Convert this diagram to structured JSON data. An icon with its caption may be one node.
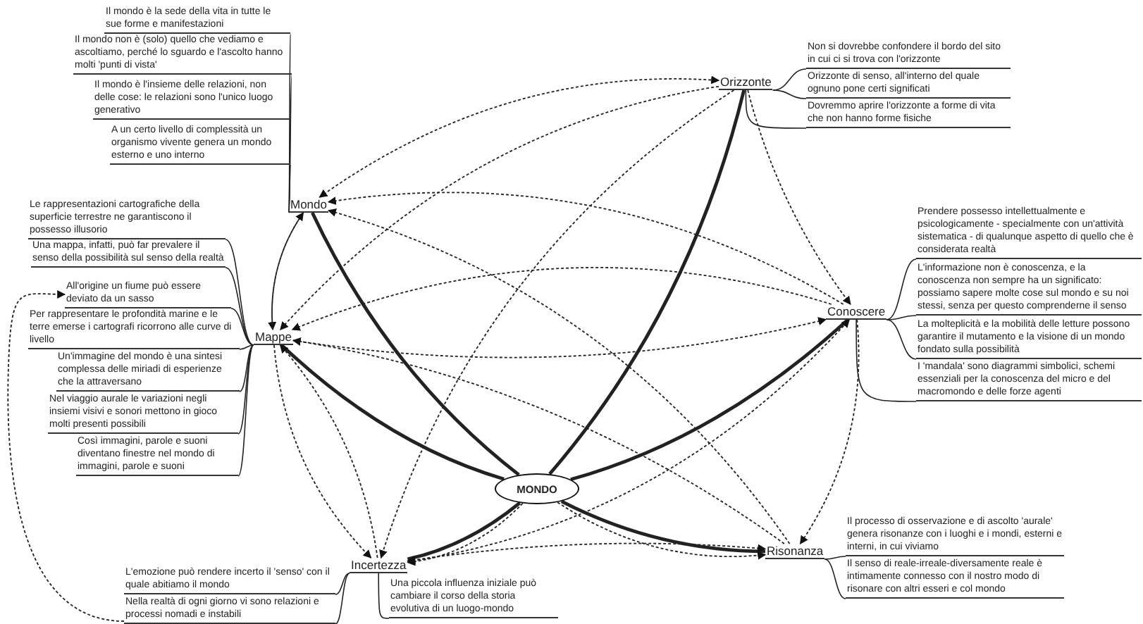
{
  "diagram": {
    "nodes": [
      {
        "text": [
          "MONDO"
        ]
      },
      {
        "text": [
          "Mondo"
        ]
      },
      {
        "text": [
          "Il mondo è la sede della vita in tutte le sue forme e manifestazioni"
        ]
      },
      {
        "text": [
          "Il mondo non è (solo) quello che vediamo e ascoltiamo, perché lo sguardo e l'ascolto hanno molti 'punti di vista'"
        ]
      },
      {
        "text": [
          "Il mondo è l'insieme delle relazioni, non delle cose: le relazioni sono l'unico luogo generativo"
        ]
      },
      {
        "text": [
          "A un certo livello di complessità un organismo vivente genera un mondo esterno e uno interno"
        ]
      },
      {
        "text": [
          "Orizzonte"
        ]
      },
      {
        "text": [
          "Non si dovrebbe confondere il bordo del sito in cui ci si trova con l'orizzonte"
        ]
      },
      {
        "text": [
          "Orizzonte di senso, all'interno del quale ognuno pone certi significati"
        ]
      },
      {
        "text": [
          "Dovremmo aprire l'orizzonte a forme di vita che non hanno forme fisiche"
        ]
      },
      {
        "text": [
          "Mappe"
        ]
      },
      {
        "text": [
          "Le rappresentazioni cartografiche della superficie terrestre ne garantiscono il possesso illusorio"
        ]
      },
      {
        "text": [
          "Una mappa, infatti, può far prevalere il senso della possibilità sul senso della realtà"
        ]
      },
      {
        "text": [
          "All'origine un fiume può essere deviato da un sasso"
        ]
      },
      {
        "text": [
          "Per rappresentare le profondità marine e le terre emerse i cartografi ricorrono alle curve di livello"
        ]
      },
      {
        "text": [
          "Un'immagine del mondo è una sintesi complessa delle miriadi di esperienze che la attraversano"
        ]
      },
      {
        "text": [
          "Nel viaggio aurale le variazioni negli insiemi visivi e sonori mettono in gioco molti presenti possibili"
        ]
      },
      {
        "text": [
          "Così immagini, parole e suoni diventano finestre nel mondo di immagini, parole e suoni"
        ]
      },
      {
        "text": [
          "Conoscere"
        ]
      },
      {
        "text": [
          "Prendere possesso intellettualmente e psicologicamente - specialmente con un'attività sistematica - di qualunque aspetto di quello che è considerata realtà"
        ]
      },
      {
        "text": [
          "L'informazione non è conoscenza, e la conoscenza non sempre ha un significato: possiamo sapere molte cose sul mondo e su noi stessi, senza per questo comprenderne il senso"
        ]
      },
      {
        "text": [
          "La molteplicità e la mobilità delle letture possono garantire il mutamento e la visione di un mondo fondato sulla possibilità"
        ]
      },
      {
        "text": [
          "I 'mandala' sono diagrammi simbolici, schemi essenziali per la conoscenza del micro e del macromondo e delle forze agenti"
        ]
      },
      {
        "text": [
          "Incertezza"
        ]
      },
      {
        "text": [
          "L'emozione può rendere incerto il 'senso' con il quale abitiamo il mondo"
        ]
      },
      {
        "text": [
          "Nella realtà di ogni giorno vi sono relazioni e processi nomadi e instabili"
        ]
      },
      {
        "text": [
          "Una piccola influenza iniziale può cambiare il corso della storia evolutiva di un luogo-mondo"
        ]
      },
      {
        "text": [
          "Risonanza"
        ]
      },
      {
        "text": [
          "Il processo di osservazione e di ascolto 'aurale' genera risonanze con i luoghi e i mondi, esterni e interni, in cui viviamo"
        ]
      },
      {
        "text": [
          "Il senso di reale-irreale-diversamente reale è intimamente connesso con il nostro modo di risonare con altri esseri e col mondo"
        ]
      }
    ],
    "edges": [
      {
        "from": 0,
        "to": 1,
        "arrow": "none",
        "style": "thick"
      },
      {
        "from": 0,
        "to": 6,
        "arrow": "none",
        "style": "thick"
      },
      {
        "from": 0,
        "to": 10,
        "arrow": "none",
        "style": "thick"
      },
      {
        "from": 0,
        "to": 18,
        "arrow": "none",
        "style": "thick"
      },
      {
        "from": 0,
        "to": 23,
        "arrow": "none",
        "style": "thick"
      },
      {
        "from": 0,
        "to": 27,
        "arrow": "none",
        "style": "thick"
      },
      {
        "from": 1,
        "to": 2,
        "arrow": "none"
      },
      {
        "from": 1,
        "to": 3,
        "arrow": "none"
      },
      {
        "from": 1,
        "to": 4,
        "arrow": "none"
      },
      {
        "from": 1,
        "to": 5,
        "arrow": "none"
      },
      {
        "from": 6,
        "to": 7,
        "arrow": "none"
      },
      {
        "from": 6,
        "to": 8,
        "arrow": "none"
      },
      {
        "from": 6,
        "to": 9,
        "arrow": "none"
      },
      {
        "from": 10,
        "to": 11,
        "arrow": "none"
      },
      {
        "from": 10,
        "to": 12,
        "arrow": "none"
      },
      {
        "from": 10,
        "to": 13,
        "arrow": "none"
      },
      {
        "from": 10,
        "to": 14,
        "arrow": "none"
      },
      {
        "from": 10,
        "to": 15,
        "arrow": "none"
      },
      {
        "from": 10,
        "to": 16,
        "arrow": "none"
      },
      {
        "from": 10,
        "to": 17,
        "arrow": "none"
      },
      {
        "from": 18,
        "to": 19,
        "arrow": "none"
      },
      {
        "from": 18,
        "to": 20,
        "arrow": "none"
      },
      {
        "from": 18,
        "to": 21,
        "arrow": "none"
      },
      {
        "from": 18,
        "to": 22,
        "arrow": "none"
      },
      {
        "from": 23,
        "to": 24,
        "arrow": "none"
      },
      {
        "from": 23,
        "to": 25,
        "arrow": "none"
      },
      {
        "from": 23,
        "to": 26,
        "arrow": "none"
      },
      {
        "from": 27,
        "to": 28,
        "arrow": "none"
      },
      {
        "from": 27,
        "to": 29,
        "arrow": "none"
      },
      {
        "from": 1,
        "to": 6,
        "arrow": "both",
        "style": "dashed"
      },
      {
        "from": 6,
        "to": 18,
        "arrow": "to",
        "style": "dashed"
      },
      {
        "from": 18,
        "to": 1,
        "arrow": "to",
        "style": "dashed"
      },
      {
        "from": 1,
        "to": 10,
        "arrow": "to",
        "style": "dashed"
      },
      {
        "from": 10,
        "to": 1,
        "arrow": "to",
        "style": "dashed"
      },
      {
        "from": 6,
        "to": 10,
        "arrow": "to",
        "style": "dashed"
      },
      {
        "from": 18,
        "to": 10,
        "arrow": "to",
        "style": "dashed"
      },
      {
        "from": 27,
        "to": 1,
        "arrow": "to",
        "style": "dashed"
      },
      {
        "from": 10,
        "to": 18,
        "arrow": "to",
        "style": "dashed"
      },
      {
        "from": 23,
        "to": 18,
        "arrow": "to",
        "style": "dashed"
      },
      {
        "from": 18,
        "to": 27,
        "arrow": "to",
        "style": "dashed"
      },
      {
        "from": 0,
        "to": 27,
        "arrow": "to",
        "style": "dashed"
      },
      {
        "from": 10,
        "to": 23,
        "arrow": "to",
        "style": "dashed"
      },
      {
        "from": 0,
        "to": 23,
        "arrow": "to",
        "style": "dashed"
      },
      {
        "from": 6,
        "to": 23,
        "arrow": "to",
        "style": "dashed"
      },
      {
        "from": 23,
        "to": 27,
        "arrow": "both",
        "style": "dashed"
      },
      {
        "from": 23,
        "to": 10,
        "arrow": "to",
        "style": "dashed"
      },
      {
        "from": 27,
        "to": 10,
        "arrow": "to",
        "style": "dashed"
      },
      {
        "from": 25,
        "to": 13,
        "arrow": "to",
        "style": "dashed"
      }
    ]
  }
}
